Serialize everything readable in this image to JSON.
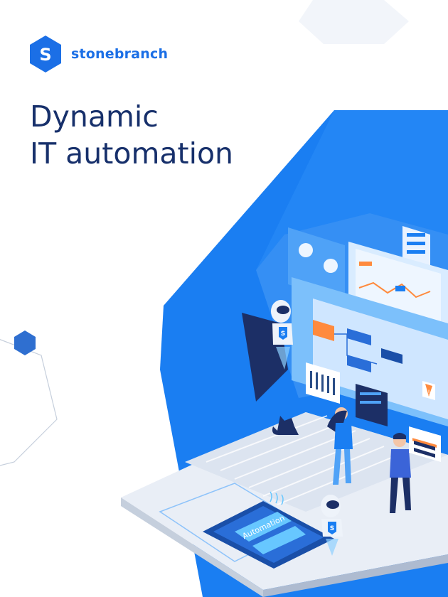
{
  "brand": {
    "name": "stonebranch",
    "mark_letter": "S"
  },
  "headline": {
    "line1": "Dynamic",
    "line2": "IT automation"
  },
  "illustration": {
    "chip_label": "Automation",
    "robot_badge": "S",
    "alert_symbol": "!"
  },
  "colors": {
    "brand_blue": "#1b6fe6",
    "navy_text": "#17306b",
    "hexagon_blue": "#1a7ef2",
    "accent_orange": "#ff8a3d"
  }
}
